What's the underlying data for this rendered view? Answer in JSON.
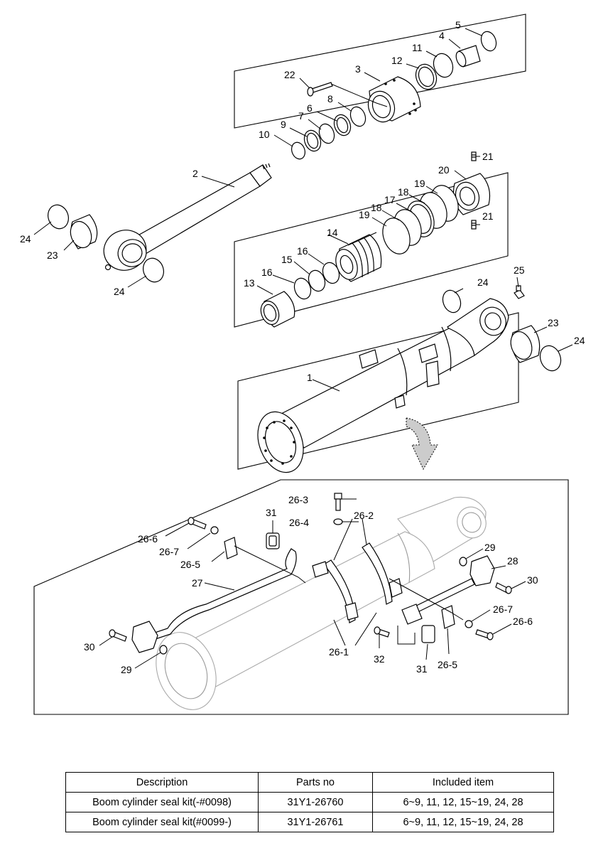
{
  "callouts": {
    "c1": "1",
    "c2": "2",
    "c3": "3",
    "c4": "4",
    "c5": "5",
    "c6": "6",
    "c7": "7",
    "c8": "8",
    "c9": "9",
    "c10": "10",
    "c11": "11",
    "c12": "12",
    "c13": "13",
    "c14": "14",
    "c15": "15",
    "c16": "16",
    "c17": "17",
    "c18": "18",
    "c19": "19",
    "c20": "20",
    "c21": "21",
    "c22": "22",
    "c23": "23",
    "c24": "24",
    "c25": "25",
    "c26_1": "26-1",
    "c26_2": "26-2",
    "c26_3": "26-3",
    "c26_4": "26-4",
    "c26_5": "26-5",
    "c26_6": "26-6",
    "c26_7": "26-7",
    "c27": "27",
    "c28": "28",
    "c29": "29",
    "c30": "30",
    "c31": "31",
    "c32": "32"
  },
  "table": {
    "headers": [
      "Description",
      "Parts no",
      "Included item"
    ],
    "rows": [
      [
        "Boom cylinder seal kit(-#0098)",
        "31Y1-26760",
        "6~9, 11, 12, 15~19, 24, 28"
      ],
      [
        "Boom cylinder seal kit(#0099-)",
        "31Y1-26761",
        "6~9, 11, 12, 15~19, 24, 28"
      ]
    ]
  }
}
